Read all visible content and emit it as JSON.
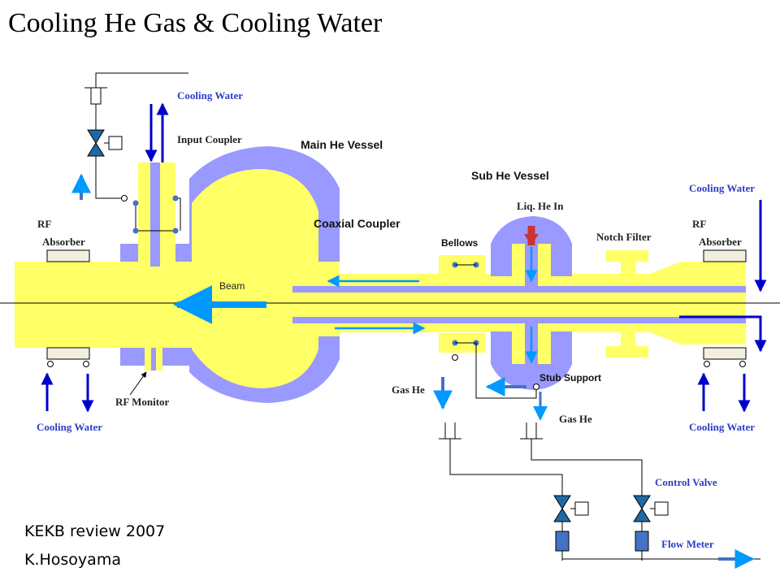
{
  "title": "Cooling He Gas & Cooling Water",
  "labels": {
    "cooling_water_top": "Cooling Water",
    "input_coupler": "Input Coupler",
    "main_he_vessel": "Main He Vessel",
    "sub_he_vessel": "Sub He Vessel",
    "cooling_water_right_top": "Cooling Water",
    "liq_he_in": "Liq. He In",
    "rf_left": "RF",
    "absorber_left": "Absorber",
    "coaxial_coupler": "Coaxial Coupler",
    "rf_right": "RF",
    "notch_filter": "Notch Filter",
    "absorber_right": "Absorber",
    "bellows": "Bellows",
    "beam": "Beam",
    "stub_support": "Stub Support",
    "gas_he_left": "Gas He",
    "rf_monitor": "RF Monitor",
    "gas_he_right": "Gas He",
    "cooling_water_bottom_left": "Cooling Water",
    "cooling_water_bottom_right": "Cooling Water",
    "control_valve": "Control Valve",
    "flow_meter": "Flow Meter"
  },
  "credits": {
    "line1": "KEKB review 2007",
    "line2": "K.Hosoyama"
  },
  "colors": {
    "vessel": "#9999ff",
    "cavity": "#ffff66",
    "arrow_blue": "#0000cc",
    "arrow_light": "#0099ff",
    "arrow_red": "#cc3333",
    "meter": "#4472c4",
    "label_blue": "#2e3ec5"
  }
}
